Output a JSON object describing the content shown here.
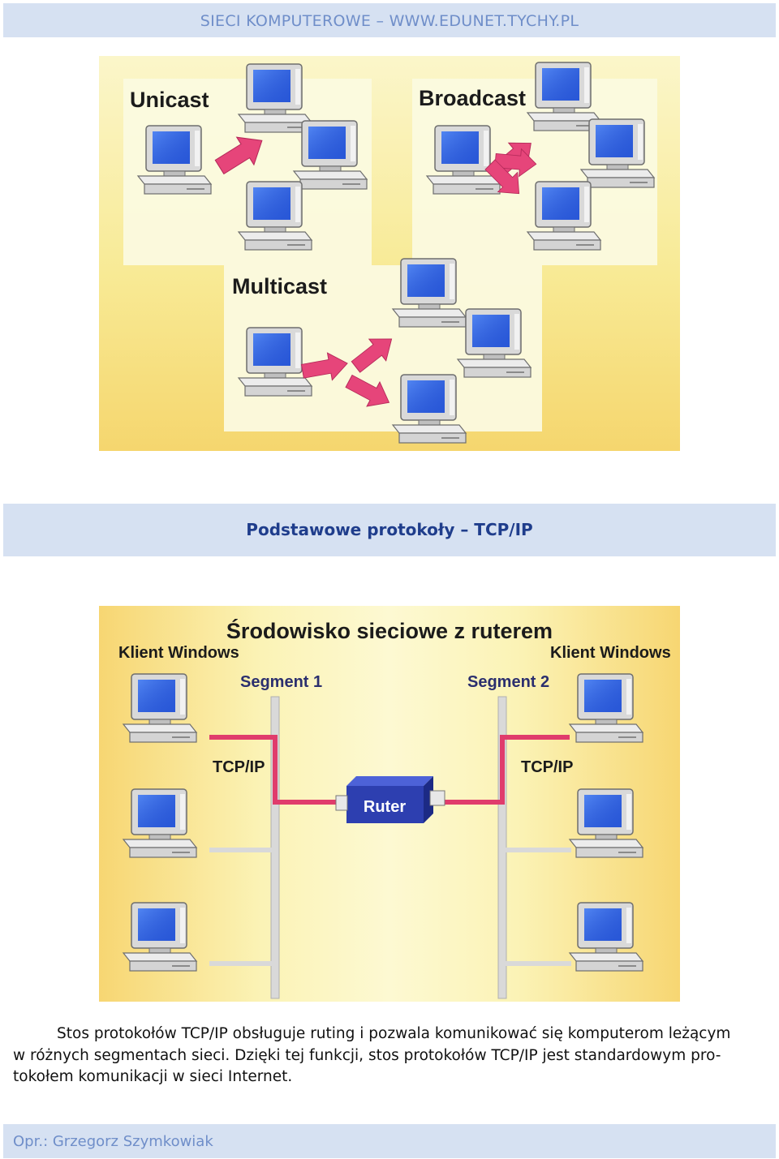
{
  "header": {
    "title": "SIECI KOMPUTEROWE – WWW.EDUNET.TYCHY.PL"
  },
  "figure1": {
    "labels": {
      "unicast": "Unicast",
      "broadcast": "Broadcast",
      "multicast": "Multicast"
    }
  },
  "section": {
    "title": "Podstawowe protokoły – TCP/IP"
  },
  "figure2": {
    "title": "Środowisko sieciowe z ruterem",
    "client_left": "Klient Windows",
    "client_right": "Klient Windows",
    "segment1": "Segment 1",
    "segment2": "Segment 2",
    "tcpip_left": "TCP/IP",
    "tcpip_right": "TCP/IP",
    "router": "Ruter"
  },
  "body": {
    "line1": "Stos protokołów TCP/IP obsługuje ruting i pozwala komunikować się komputerom leżącym",
    "line2": "w różnych segmentach sieci. Dzięki tej funkcji, stos protokołów TCP/IP jest standardowym pro-",
    "line3": "tokołem komunikacji w sieci Internet."
  },
  "footer": {
    "author": "Opr.: Grzegorz Szymkowiak"
  },
  "colors": {
    "band": "#d6e1f2",
    "header_text": "#6f8ec9",
    "section_text": "#1f3d8c",
    "arrow": "#e6457a",
    "link": "#e03c6c",
    "router": "#2d3fb0"
  }
}
